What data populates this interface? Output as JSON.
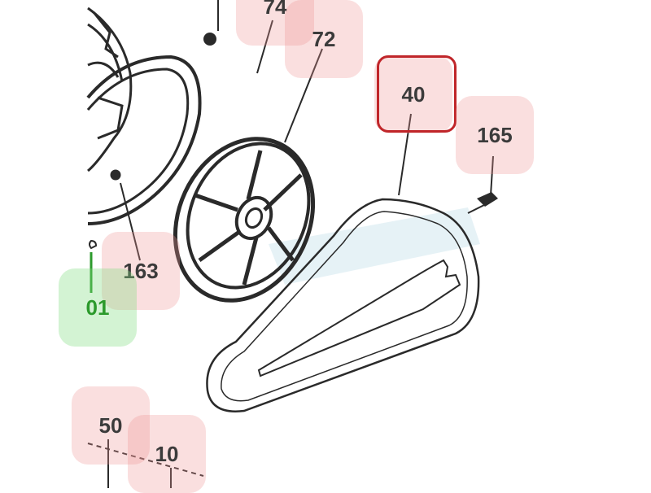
{
  "callouts": {
    "c74": "74",
    "c72": "72",
    "c40": "40",
    "c165": "165",
    "c163": "163",
    "c101": "01",
    "c50": "50",
    "c10": "10"
  },
  "selected_part": "40",
  "colors": {
    "callout_bg": "#f5c2c2",
    "callout_text": "#3b3b3b",
    "selected_outline": "#c0262a",
    "green_callout": "#2c9a2c",
    "line_art": "#2a2a2a"
  }
}
